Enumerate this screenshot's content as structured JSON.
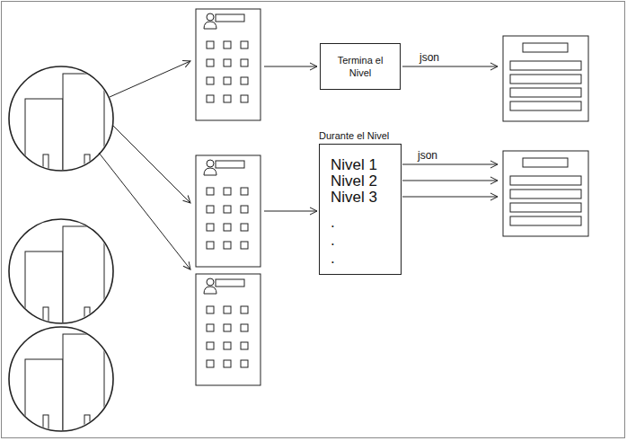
{
  "diagram": {
    "nodes": [
      {
        "text": [
          "Termina el Nivel"
        ]
      },
      {
        "text": [
          "Durante el Nivel",
          "Nivel 1",
          "Nivel 2",
          "Nivel 3",
          ".",
          ".",
          "."
        ]
      }
    ],
    "labels": [
      "json",
      "json"
    ]
  }
}
